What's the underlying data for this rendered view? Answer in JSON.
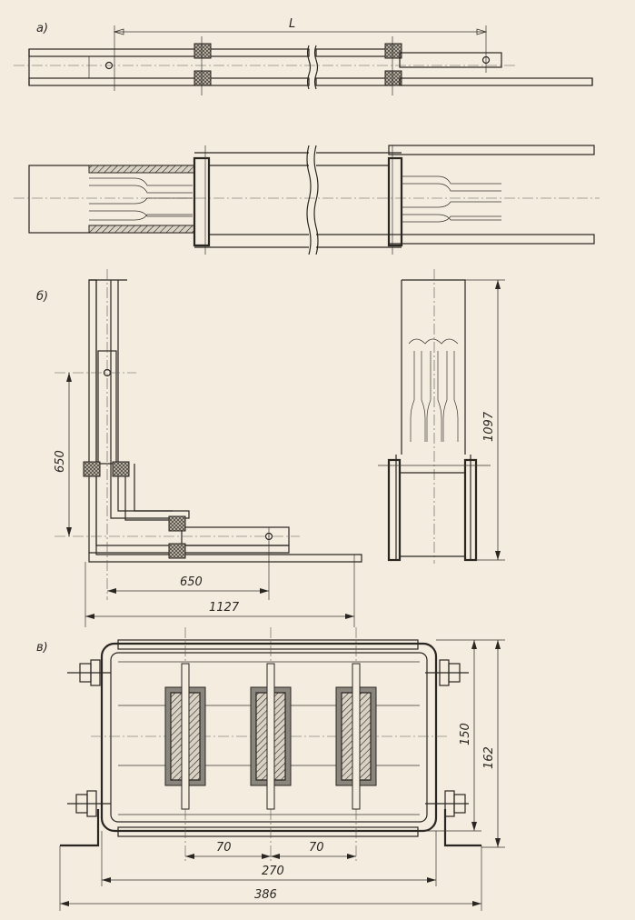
{
  "labels": {
    "part_a": "a)",
    "part_b": "б)",
    "part_v": "в)",
    "dim_L": "L",
    "dim_650_v": "650",
    "dim_650_h": "650",
    "dim_1127": "1127",
    "dim_1097": "1097",
    "dim_150": "150",
    "dim_162": "162",
    "dim_70_left": "70",
    "dim_70_right": "70",
    "dim_270": "270",
    "dim_386": "386"
  },
  "colors": {
    "ink": "#2a2622",
    "paper": "#f3ecdf",
    "pad": "#8a857d"
  }
}
